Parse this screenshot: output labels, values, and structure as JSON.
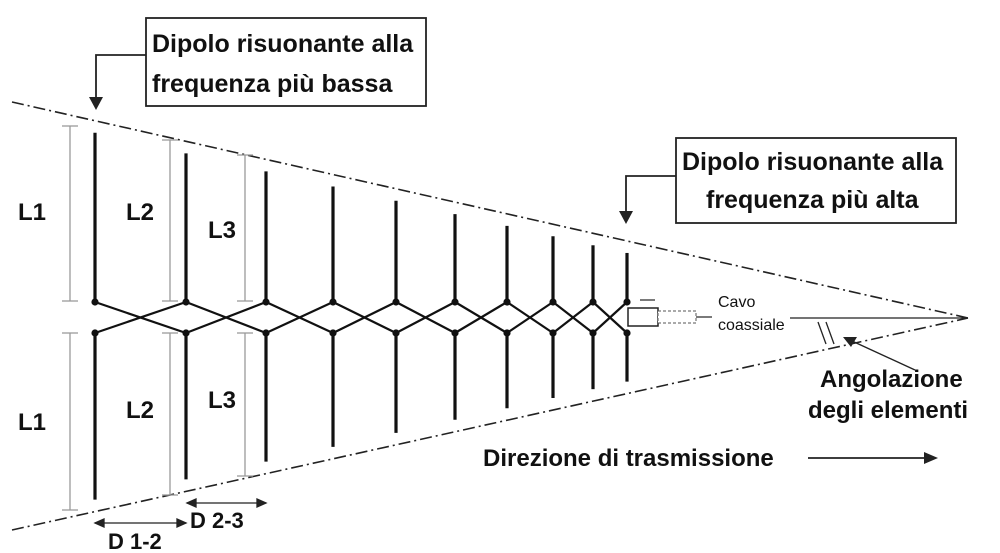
{
  "callout_low": {
    "line1": "Dipolo risuonante alla",
    "line2": "frequenza più bassa"
  },
  "callout_high": {
    "line1": "Dipolo risuonante alla",
    "line2": "frequenza più alta"
  },
  "lengths": {
    "l1_top": "L1",
    "l2_top": "L2",
    "l3_top": "L3",
    "l1_bottom": "L1",
    "l2_bottom": "L2",
    "l3_bottom": "L3"
  },
  "spacings": {
    "d12": "D 1-2",
    "d23": "D 2-3"
  },
  "cable": {
    "line1": "Cavo",
    "line2": "coassiale"
  },
  "angle": {
    "line1": "Angolazione",
    "line2": "degli elementi"
  },
  "direction": "Direzione di trasmissione",
  "colors": {
    "ink": "#111111",
    "dimension": "#9a9a9a",
    "background": "#ffffff"
  }
}
